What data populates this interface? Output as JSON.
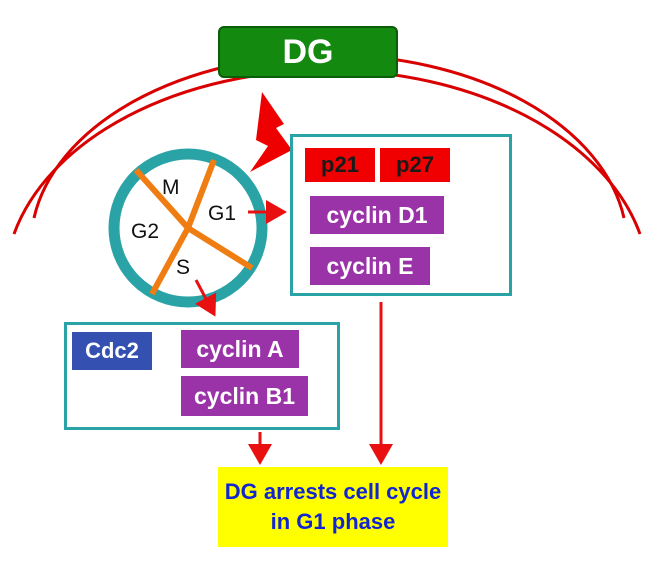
{
  "drug": {
    "label": "DG"
  },
  "cycle": {
    "phases": [
      "M",
      "G1",
      "G2",
      "S"
    ]
  },
  "up_group": {
    "p21": "p21",
    "p27": "p27",
    "cyclin_d1": "cyclin D1",
    "cyclin_e": "cyclin E"
  },
  "down_group": {
    "cdc2": "Cdc2",
    "cyclin_a": "cyclin A",
    "cyclin_b1": "cyclin B1"
  },
  "result": {
    "text": "DG arrests cell cycle in G1 phase"
  },
  "colors": {
    "membrane": "#d90000",
    "drug_box": "#13890f",
    "box_border": "#2aa3a6",
    "cycle_ring": "#2aa3a6",
    "cycle_spokes": "#f07d12",
    "up_red": "#f00000",
    "cyclin_purple": "#9a33a8",
    "cdc2_blue": "#3450b0",
    "result_bg": "#ffff00",
    "result_text": "#1226d0",
    "arrow_red": "#e81010"
  }
}
